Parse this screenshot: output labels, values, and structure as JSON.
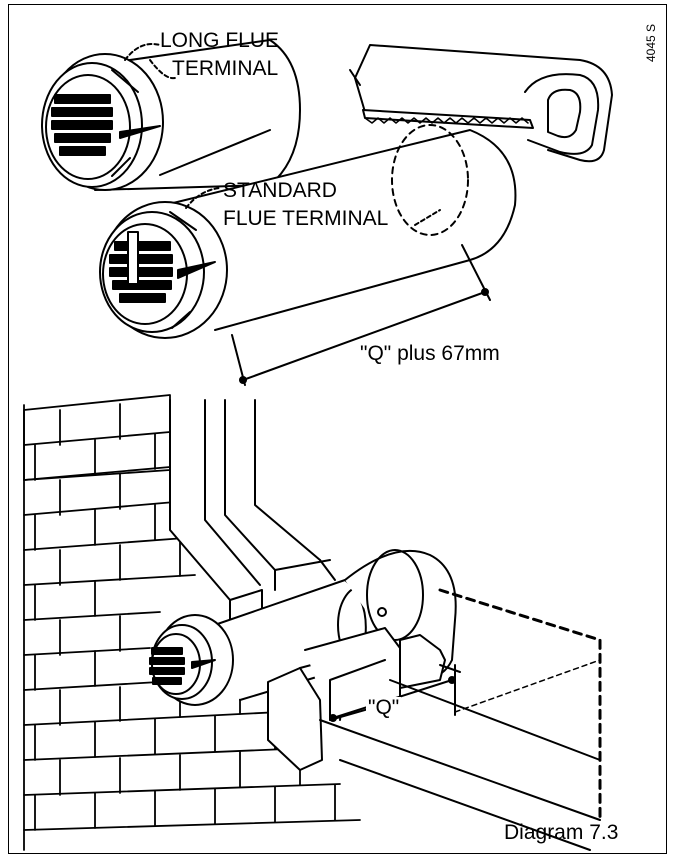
{
  "labels": {
    "long_flue_terminal_line1": "LONG FLUE",
    "long_flue_terminal_line2": "TERMINAL",
    "standard_flue_terminal_line1": "STANDARD",
    "standard_flue_terminal_line2": "FLUE TERMINAL",
    "cut_length": "\"Q\" plus 67mm",
    "q_dimension": "\"Q\"",
    "diagram_caption": "Diagram 7.3",
    "reference_code": "4045 S"
  }
}
